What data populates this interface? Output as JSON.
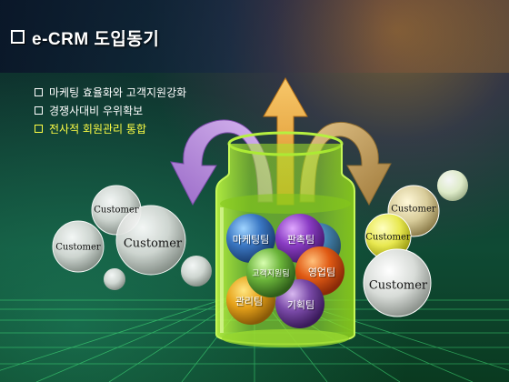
{
  "title": "e-CRM 도입동기",
  "bullets": [
    {
      "text": "마케팅 효율화와 고객지원강화",
      "highlight": false
    },
    {
      "text": "경쟁사대비 우위확보",
      "highlight": false
    },
    {
      "text": "전사적 회원관리 통합",
      "highlight": true
    }
  ],
  "teams": [
    "마케팅팀",
    "판촉팀",
    "고객지원팀",
    "영업팀",
    "관리팀",
    "기획팀"
  ],
  "customers": [
    "Customer",
    "Customer",
    "Customer",
    "Customer",
    "Customer",
    "Customer"
  ],
  "colors": {
    "title": "#ffffff",
    "bullet": "#ffffff",
    "bullet_highlight": "#ffff44",
    "jar": "#a4e62a",
    "arrow_up": "#f2b24a",
    "arrow_left": "#b88ed8",
    "arrow_right": "#c8a060"
  }
}
